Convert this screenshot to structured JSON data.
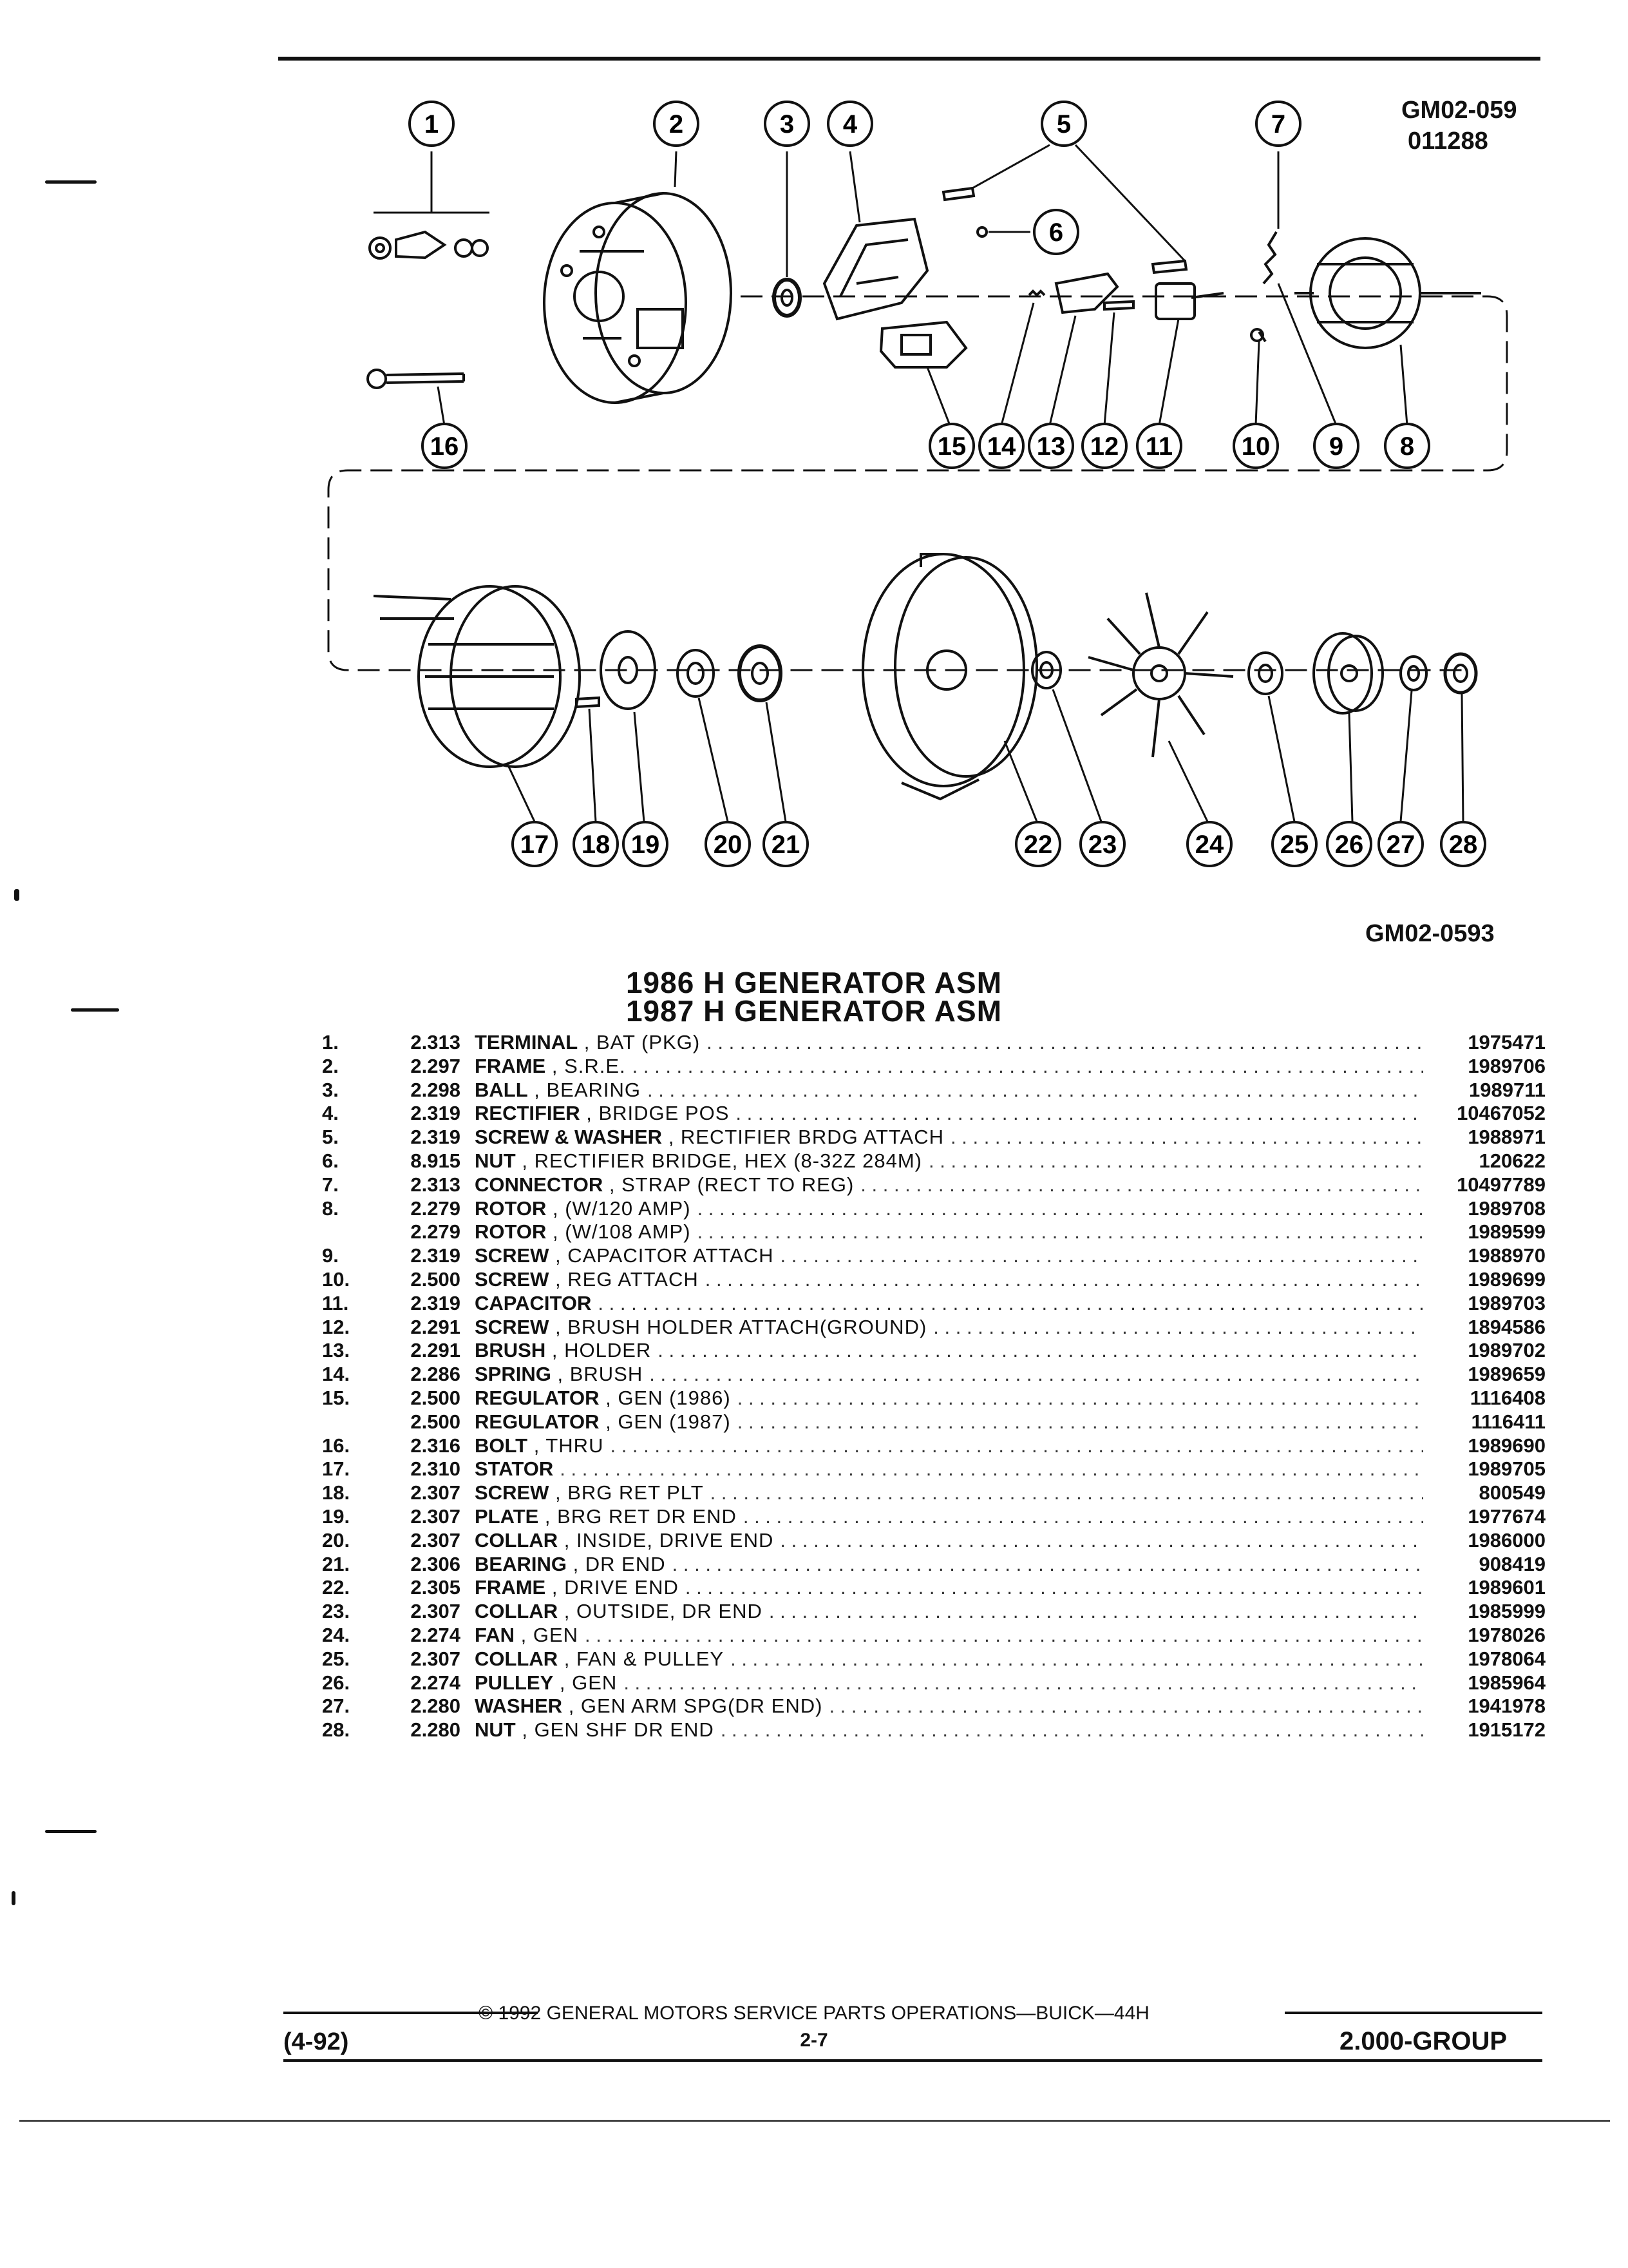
{
  "figure": {
    "id_top": "GM02-059",
    "code_top": "011288",
    "id_bottom": "GM02-0593",
    "callouts": [
      "1",
      "2",
      "3",
      "4",
      "5",
      "6",
      "7",
      "8",
      "9",
      "10",
      "11",
      "12",
      "13",
      "14",
      "15",
      "16",
      "17",
      "18",
      "19",
      "20",
      "21",
      "22",
      "23",
      "24",
      "25",
      "26",
      "27",
      "28"
    ]
  },
  "titles": [
    "1986 H GENERATOR ASM",
    "1987 H GENERATOR ASM"
  ],
  "parts": [
    {
      "no": "1.",
      "group": "2.313",
      "name": "TERMINAL",
      "desc": "BAT (PKG)",
      "part": "1975471"
    },
    {
      "no": "2.",
      "group": "2.297",
      "name": "FRAME",
      "desc": "S.R.E.",
      "part": "1989706"
    },
    {
      "no": "3.",
      "group": "2.298",
      "name": "BALL",
      "desc": "BEARING",
      "part": "1989711"
    },
    {
      "no": "4.",
      "group": "2.319",
      "name": "RECTIFIER",
      "desc": "BRIDGE POS",
      "part": "10467052"
    },
    {
      "no": "5.",
      "group": "2.319",
      "name": "SCREW & WASHER",
      "desc": "RECTIFIER BRDG ATTACH",
      "part": "1988971"
    },
    {
      "no": "6.",
      "group": "8.915",
      "name": "NUT",
      "desc": "RECTIFIER BRIDGE, HEX (8-32Z 284M)",
      "part": "120622"
    },
    {
      "no": "7.",
      "group": "2.313",
      "name": "CONNECTOR",
      "desc": "STRAP (RECT TO REG)",
      "part": "10497789"
    },
    {
      "no": "8.",
      "group": "2.279",
      "name": "ROTOR",
      "desc": "(W/120 AMP)",
      "part": "1989708"
    },
    {
      "no": "",
      "group": "2.279",
      "name": "ROTOR",
      "desc": "(W/108 AMP)",
      "part": "1989599"
    },
    {
      "no": "9.",
      "group": "2.319",
      "name": "SCREW",
      "desc": "CAPACITOR ATTACH",
      "part": "1988970"
    },
    {
      "no": "10.",
      "group": "2.500",
      "name": "SCREW",
      "desc": "REG ATTACH",
      "part": "1989699"
    },
    {
      "no": "11.",
      "group": "2.319",
      "name": "CAPACITOR",
      "desc": "",
      "part": "1989703"
    },
    {
      "no": "12.",
      "group": "2.291",
      "name": "SCREW",
      "desc": "BRUSH HOLDER ATTACH(GROUND)",
      "part": "1894586"
    },
    {
      "no": "13.",
      "group": "2.291",
      "name": "BRUSH",
      "desc": "HOLDER",
      "part": "1989702"
    },
    {
      "no": "14.",
      "group": "2.286",
      "name": "SPRING",
      "desc": "BRUSH",
      "part": "1989659"
    },
    {
      "no": "15.",
      "group": "2.500",
      "name": "REGULATOR",
      "desc": "GEN (1986)",
      "part": "1116408"
    },
    {
      "no": "",
      "group": "2.500",
      "name": "REGULATOR",
      "desc": "GEN (1987)",
      "part": "1116411"
    },
    {
      "no": "16.",
      "group": "2.316",
      "name": "BOLT",
      "desc": "THRU",
      "part": "1989690"
    },
    {
      "no": "17.",
      "group": "2.310",
      "name": "STATOR",
      "desc": "",
      "part": "1989705"
    },
    {
      "no": "18.",
      "group": "2.307",
      "name": "SCREW",
      "desc": "BRG RET PLT",
      "part": "800549"
    },
    {
      "no": "19.",
      "group": "2.307",
      "name": "PLATE",
      "desc": "BRG RET DR END",
      "part": "1977674"
    },
    {
      "no": "20.",
      "group": "2.307",
      "name": "COLLAR",
      "desc": "INSIDE, DRIVE END",
      "part": "1986000"
    },
    {
      "no": "21.",
      "group": "2.306",
      "name": "BEARING",
      "desc": "DR END",
      "part": "908419"
    },
    {
      "no": "22.",
      "group": "2.305",
      "name": "FRAME",
      "desc": "DRIVE END",
      "part": "1989601"
    },
    {
      "no": "23.",
      "group": "2.307",
      "name": "COLLAR",
      "desc": "OUTSIDE, DR END",
      "part": "1985999"
    },
    {
      "no": "24.",
      "group": "2.274",
      "name": "FAN",
      "desc": "GEN",
      "part": "1978026"
    },
    {
      "no": "25.",
      "group": "2.307",
      "name": "COLLAR",
      "desc": "FAN & PULLEY",
      "part": "1978064"
    },
    {
      "no": "26.",
      "group": "2.274",
      "name": "PULLEY",
      "desc": "GEN",
      "part": "1985964"
    },
    {
      "no": "27.",
      "group": "2.280",
      "name": "WASHER",
      "desc": "GEN ARM SPG(DR END)",
      "part": "1941978"
    },
    {
      "no": "28.",
      "group": "2.280",
      "name": "NUT",
      "desc": "GEN SHF DR END",
      "part": "1915172"
    }
  ],
  "footer": {
    "copyright": "© 1992 GENERAL MOTORS SERVICE PARTS OPERATIONS—BUICK—44H",
    "date": "(4-92)",
    "page": "2-7",
    "group": "2.000-GROUP"
  }
}
